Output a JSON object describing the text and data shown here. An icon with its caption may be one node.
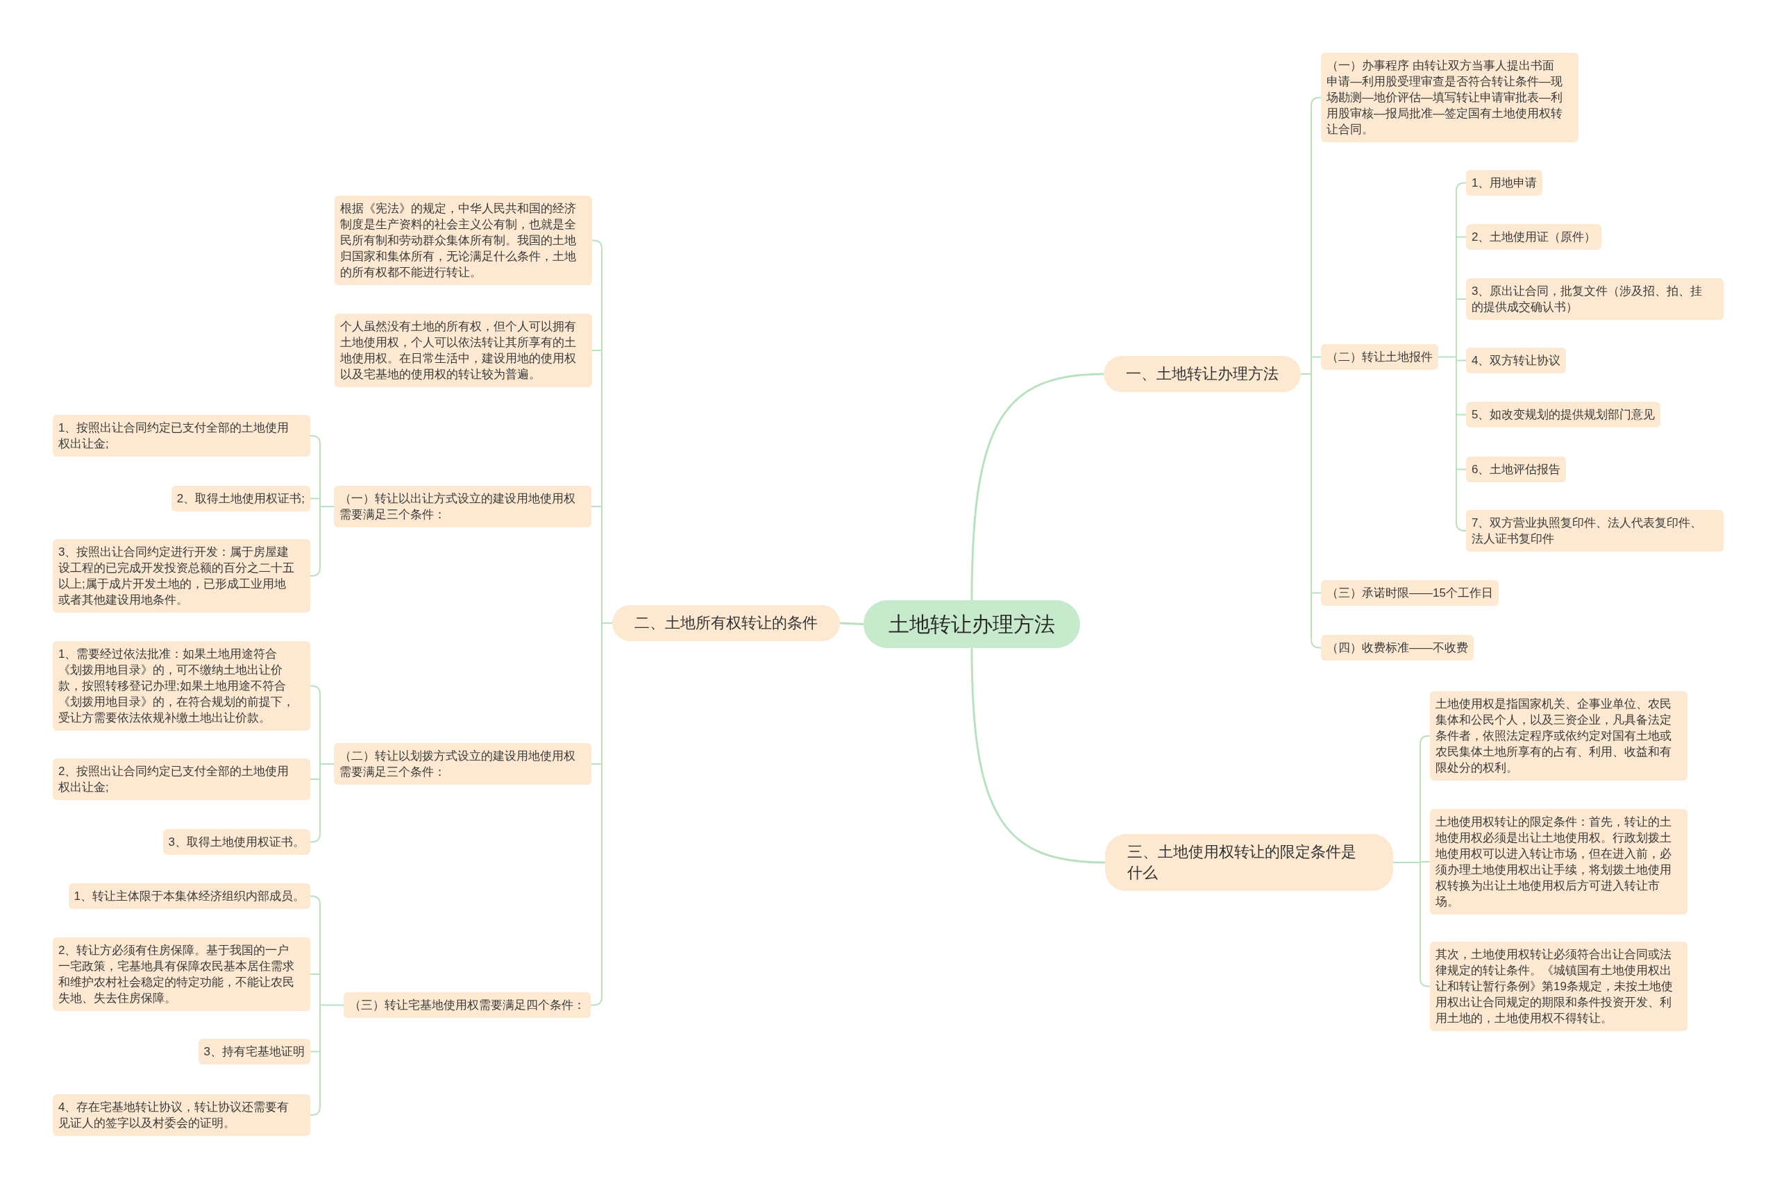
{
  "diagram": {
    "nodes": [
      {
        "text": [
          "土地转让办理方法"
        ]
      },
      {
        "text": [
          "一、土地转让办理方法"
        ]
      },
      {
        "text": [
          "（一）办事程序 由转让双方当事人提出书面申请—利用股受理审查是否符合转让条件—现场勘测—地价评估—填写转让申请审批表—利用股审核—报局批准—签定国有土地使用权转让合同。"
        ]
      },
      {
        "text": [
          "（二）转让土地报件"
        ]
      },
      {
        "text": [
          "1、用地申请"
        ]
      },
      {
        "text": [
          "2、土地使用证（原件）"
        ]
      },
      {
        "text": [
          "3、原出让合同，批复文件（涉及招、拍、挂的提供成交确认书）"
        ]
      },
      {
        "text": [
          "4、双方转让协议"
        ]
      },
      {
        "text": [
          "5、如改变规划的提供规划部门意见"
        ]
      },
      {
        "text": [
          "6、土地评估报告"
        ]
      },
      {
        "text": [
          "7、双方营业执照复印件、法人代表复印件、法人证书复印件"
        ]
      },
      {
        "text": [
          "（三）承诺时限——15个工作日"
        ]
      },
      {
        "text": [
          "（四）收费标准——不收费"
        ]
      },
      {
        "text": [
          "二、土地所有权转让的条件"
        ]
      },
      {
        "text": [
          "根据《宪法》的规定，中华人民共和国的经济制度是生产资料的社会主义公有制，也就是全民所有制和劳动群众集体所有制。我国的土地归国家和集体所有，无论满足什么条件，土地的所有权都不能进行转让。"
        ]
      },
      {
        "text": [
          "个人虽然没有土地的所有权，但个人可以拥有土地使用权，个人可以依法转让其所享有的土地使用权。在日常生活中，建设用地的使用权以及宅基地的使用权的转让较为普遍。"
        ]
      },
      {
        "text": [
          "（一）转让以出让方式设立的建设用地使用权需要满足三个条件："
        ]
      },
      {
        "text": [
          "1、按照出让合同约定已支付全部的土地使用权出让金;"
        ]
      },
      {
        "text": [
          "2、取得土地使用权证书;"
        ]
      },
      {
        "text": [
          "3、按照出让合同约定进行开发：属于房屋建设工程的已完成开发投资总额的百分之二十五以上;属于成片开发土地的，已形成工业用地或者其他建设用地条件。"
        ]
      },
      {
        "text": [
          "（二）转让以划拨方式设立的建设用地使用权需要满足三个条件："
        ]
      },
      {
        "text": [
          "1、需要经过依法批准：如果土地用途符合《划拨用地目录》的，可不缴纳土地出让价款，按照转移登记办理;如果土地用途不符合《划拨用地目录》的，在符合规划的前提下，受让方需要依法依规补缴土地出让价款。"
        ]
      },
      {
        "text": [
          "2、按照出让合同约定已支付全部的土地使用权出让金;"
        ]
      },
      {
        "text": [
          "3、取得土地使用权证书。"
        ]
      },
      {
        "text": [
          "（三）转让宅基地使用权需要满足四个条件："
        ]
      },
      {
        "text": [
          "1、转让主体限于本集体经济组织内部成员。"
        ]
      },
      {
        "text": [
          "2、转让方必须有住房保障。基于我国的一户一宅政策，宅基地具有保障农民基本居住需求和维护农村社会稳定的特定功能，不能让农民失地、失去住房保障。"
        ]
      },
      {
        "text": [
          "3、持有宅基地证明"
        ]
      },
      {
        "text": [
          "4、存在宅基地转让协议，转让协议还需要有见证人的签字以及村委会的证明。"
        ]
      },
      {
        "text": [
          "三、土地使用权转让的限定条件是什么"
        ]
      },
      {
        "text": [
          "土地使用权是指国家机关、企事业单位、农民集体和公民个人，以及三资企业，凡具备法定条件者，依照法定程序或依约定对国有土地或农民集体土地所享有的占有、利用、收益和有限处分的权利。"
        ]
      },
      {
        "text": [
          "土地使用权转让的限定条件：首先，转让的土地使用权必须是出让土地使用权。行政划拨土地使用权可以进入转让市场，但在进入前，必须办理土地使用权出让手续，将划拨土地使用权转换为出让土地使用权后方可进入转让市场。"
        ]
      },
      {
        "text": [
          "其次，土地使用权转让必须符合出让合同或法律规定的转让条件。《城镇国有土地使用权出让和转让暂行条例》第19条规定，未按土地使用权出让合同规定的期限和条件投资开发、利用土地的，土地使用权不得转让。"
        ]
      }
    ],
    "edges": [
      {
        "from": 0,
        "to": 1,
        "arrow": "none"
      },
      {
        "from": 1,
        "to": 2,
        "arrow": "none"
      },
      {
        "from": 1,
        "to": 3,
        "arrow": "none"
      },
      {
        "from": 3,
        "to": 4,
        "arrow": "none"
      },
      {
        "from": 3,
        "to": 5,
        "arrow": "none"
      },
      {
        "from": 3,
        "to": 6,
        "arrow": "none"
      },
      {
        "from": 3,
        "to": 7,
        "arrow": "none"
      },
      {
        "from": 3,
        "to": 8,
        "arrow": "none"
      },
      {
        "from": 3,
        "to": 9,
        "arrow": "none"
      },
      {
        "from": 3,
        "to": 10,
        "arrow": "none"
      },
      {
        "from": 1,
        "to": 11,
        "arrow": "none"
      },
      {
        "from": 1,
        "to": 12,
        "arrow": "none"
      },
      {
        "from": 0,
        "to": 13,
        "arrow": "none"
      },
      {
        "from": 13,
        "to": 14,
        "arrow": "none"
      },
      {
        "from": 13,
        "to": 15,
        "arrow": "none"
      },
      {
        "from": 13,
        "to": 16,
        "arrow": "none"
      },
      {
        "from": 16,
        "to": 17,
        "arrow": "none"
      },
      {
        "from": 16,
        "to": 18,
        "arrow": "none"
      },
      {
        "from": 16,
        "to": 19,
        "arrow": "none"
      },
      {
        "from": 13,
        "to": 20,
        "arrow": "none"
      },
      {
        "from": 20,
        "to": 21,
        "arrow": "none"
      },
      {
        "from": 20,
        "to": 22,
        "arrow": "none"
      },
      {
        "from": 20,
        "to": 23,
        "arrow": "none"
      },
      {
        "from": 13,
        "to": 24,
        "arrow": "none"
      },
      {
        "from": 24,
        "to": 25,
        "arrow": "none"
      },
      {
        "from": 24,
        "to": 26,
        "arrow": "none"
      },
      {
        "from": 24,
        "to": 27,
        "arrow": "none"
      },
      {
        "from": 24,
        "to": 28,
        "arrow": "none"
      },
      {
        "from": 0,
        "to": 29,
        "arrow": "none"
      },
      {
        "from": 29,
        "to": 30,
        "arrow": "none"
      },
      {
        "from": 29,
        "to": 31,
        "arrow": "none"
      },
      {
        "from": 29,
        "to": 32,
        "arrow": "none"
      }
    ]
  }
}
